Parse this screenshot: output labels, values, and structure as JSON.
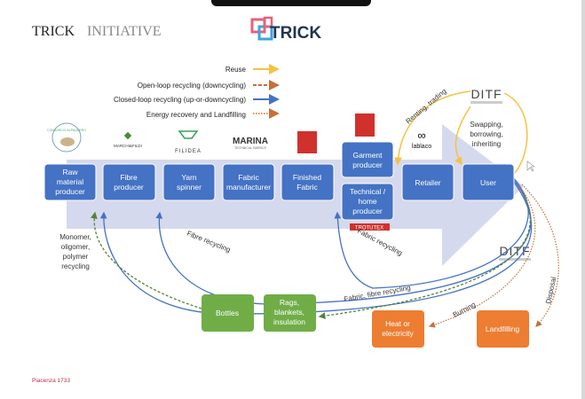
{
  "header": {
    "title_part1": "TRICK",
    "title_part2": "INITIATIVE",
    "logo_text": "TRICK"
  },
  "legend": [
    {
      "label": "Reuse",
      "color": "#f5c242",
      "style": "solid"
    },
    {
      "label": "Open-loop recycling (downcycling)",
      "color": "#c5703a",
      "style": "dashed"
    },
    {
      "label": "Closed-loop recycling (up-or-downcycling)",
      "color": "#4472c4",
      "style": "solid"
    },
    {
      "label": "Energy recovery and Landfilling",
      "color": "#e08a50",
      "style": "dotted"
    }
  ],
  "chain": {
    "raw": [
      "Raw",
      "material",
      "producer"
    ],
    "fibre": [
      "Fibre",
      "producer"
    ],
    "yarn": [
      "Yarn",
      "spinner"
    ],
    "fabric": [
      "Fabric",
      "manufacturer"
    ],
    "finished": [
      "Finished",
      "Fabric"
    ],
    "garment": [
      "Garment",
      "producer"
    ],
    "technical": [
      "Technical /",
      "home",
      "producer"
    ],
    "retailer": [
      "Retailer"
    ],
    "user": [
      "User"
    ]
  },
  "end_boxes": {
    "bottles": [
      "Bottles"
    ],
    "rags": [
      "Rags,",
      "blankets,",
      "insulation"
    ],
    "heat": [
      "Heat or",
      "electricity"
    ],
    "landfilling": [
      "Landfilling"
    ]
  },
  "flow_labels": {
    "renting": "Renting, trading",
    "swapping": [
      "Swapping,",
      "borrowing,",
      "inheriting"
    ],
    "monomer": [
      "Monomer,",
      "oligomer,",
      "polymer",
      "recycling"
    ],
    "fibre_recycling": "Fibre recycling",
    "fabric_recycling": "Fabric recycling",
    "fabric_fibre_recycling": "Fabric, fibre recycling",
    "burning": "Burning",
    "disposal": "Disposal"
  },
  "partner_logos": {
    "marchi": "MARCHI&FILDI",
    "filidea": "FILIDEA",
    "marina": "MARINA",
    "marina_sub": "TECHNICAL FABRICS",
    "lablaco": "lablaco",
    "ditf": "DITF",
    "trotutex": "TROTUTEX",
    "alpaca": "CONSORCIO ALPAQUERO"
  },
  "footer": {
    "text": "Piacenza 1733"
  },
  "colors": {
    "box_blue": "#4472c4",
    "box_green": "#70ad47",
    "box_orange": "#ed7d31",
    "arrow_bg": "#d5d9ee",
    "footer": "#c0304a"
  }
}
